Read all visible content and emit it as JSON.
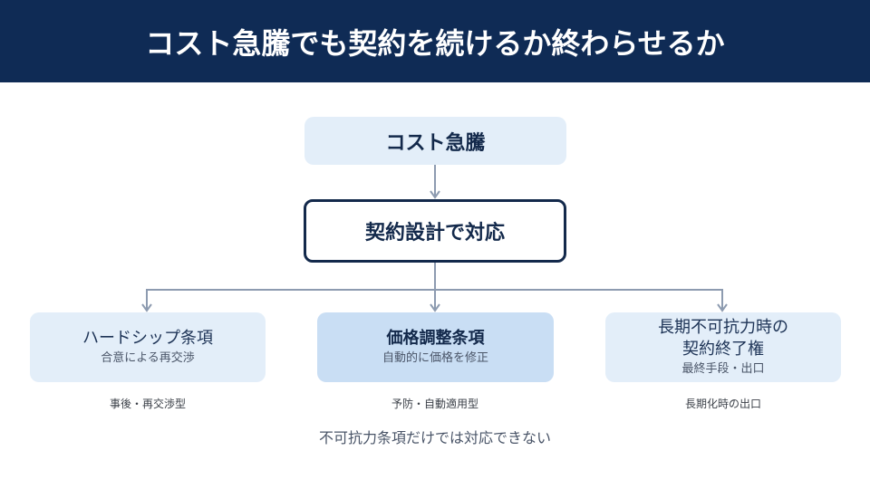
{
  "header": {
    "title": "コスト急騰でも契約を続けるか終わらせるか"
  },
  "diagram": {
    "top_node": {
      "title": "コスト急騰"
    },
    "middle_node": {
      "title": "契約設計で対応"
    },
    "options": [
      {
        "title": "ハードシップ条項",
        "subtitle": "合意による再交渉",
        "caption": "事後・再交渉型",
        "emphasis": false
      },
      {
        "title": "価格調整条項",
        "subtitle": "自動的に価格を修正",
        "caption": "予防・自動適用型",
        "emphasis": true
      },
      {
        "title_line1": "長期不可抗力時の",
        "title_line2": "契約終了権",
        "subtitle": "最終手段・出口",
        "caption": "長期化時の出口",
        "emphasis": false
      }
    ],
    "footnote": "不可抗力条項だけでは対応できない"
  },
  "colors": {
    "header_bg": "#0f2b55",
    "navy_text": "#13294b",
    "light_box": "#e3eef9",
    "highlight_box": "#c9def4",
    "connector": "#8d9bb0"
  }
}
